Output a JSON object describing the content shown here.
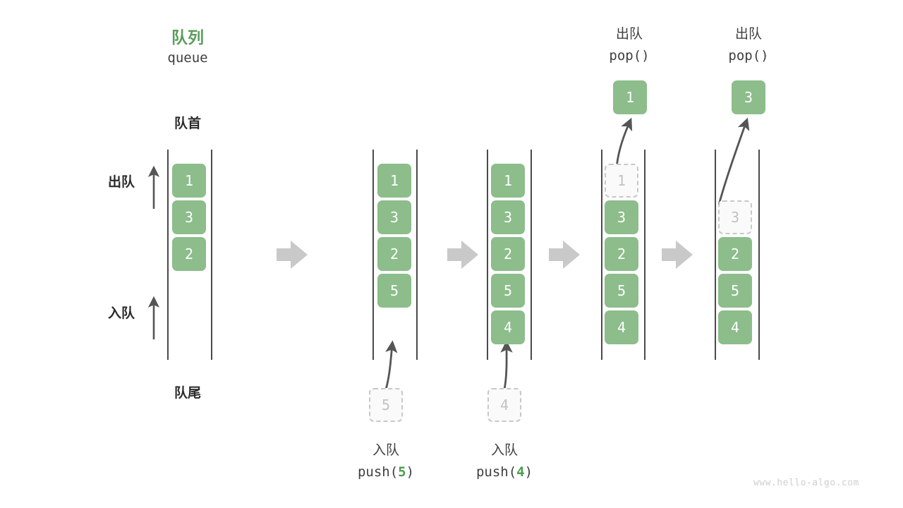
{
  "diagram": {
    "title_cn": "队列",
    "title_en": "queue",
    "front_label": "队首",
    "rear_label": "队尾",
    "dequeue_label": "出队",
    "enqueue_label": "入队",
    "watermark": "www.hello-algo.com",
    "accent_green": "#5a9e5c",
    "cell_green": "#8cbd8b",
    "rail_color": "#4a4a4a",
    "ghost_color": "#c2c2c2",
    "flow_arrow_color": "#c9c9c9"
  },
  "chart_data": {
    "type": "diagram",
    "title": "队列 queue",
    "structure": "queue (FIFO)",
    "steps": [
      {
        "id": "initial",
        "caption_cn": "队列",
        "caption_code": "queue",
        "contents": [
          1,
          3,
          2
        ],
        "front": 1,
        "rear": 2
      },
      {
        "id": "push5",
        "caption_cn": "入队",
        "caption_code": "push(5)",
        "code_arg": "5",
        "contents": [
          1,
          3,
          2,
          5
        ],
        "incoming": 5
      },
      {
        "id": "push4",
        "caption_cn": "入队",
        "caption_code": "push(4)",
        "code_arg": "4",
        "contents": [
          1,
          3,
          2,
          5,
          4
        ],
        "incoming": 4
      },
      {
        "id": "pop1",
        "caption_cn": "出队",
        "caption_code": "pop()",
        "contents": [
          3,
          2,
          5,
          4
        ],
        "removed": 1
      },
      {
        "id": "pop3",
        "caption_cn": "出队",
        "caption_code": "pop()",
        "contents": [
          2,
          5,
          4
        ],
        "removed": 3
      }
    ]
  },
  "columns": {
    "c1": {
      "cells": [
        {
          "value": "1"
        },
        {
          "value": "3"
        },
        {
          "value": "2"
        }
      ]
    },
    "c2": {
      "cells": [
        {
          "value": "1"
        },
        {
          "value": "3"
        },
        {
          "value": "2"
        },
        {
          "value": "5"
        }
      ],
      "ghost_in": "5",
      "op_cn": "入队",
      "op_fn_prefix": "push(",
      "op_fn_arg": "5",
      "op_fn_suffix": ")"
    },
    "c3": {
      "cells": [
        {
          "value": "1"
        },
        {
          "value": "3"
        },
        {
          "value": "2"
        },
        {
          "value": "5"
        },
        {
          "value": "4"
        }
      ],
      "ghost_in": "4",
      "op_cn": "入队",
      "op_fn_prefix": "push(",
      "op_fn_arg": "4",
      "op_fn_suffix": ")"
    },
    "c4": {
      "ghost_slot": "1",
      "cells": [
        {
          "value": "3"
        },
        {
          "value": "2"
        },
        {
          "value": "5"
        },
        {
          "value": "4"
        }
      ],
      "popped": "1",
      "op_cn": "出队",
      "op_fn": "pop()"
    },
    "c5": {
      "ghost_slot": "3",
      "cells": [
        {
          "value": "2"
        },
        {
          "value": "5"
        },
        {
          "value": "4"
        }
      ],
      "popped": "3",
      "op_cn": "出队",
      "op_fn": "pop()"
    }
  }
}
